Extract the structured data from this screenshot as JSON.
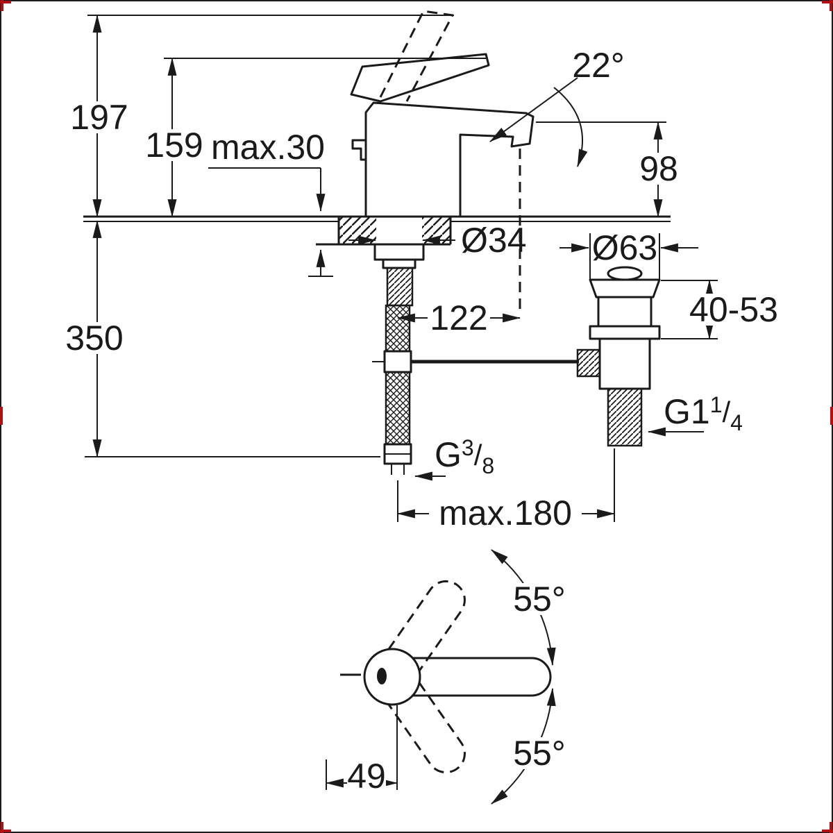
{
  "drawing": {
    "line_color": "#1a1a1a",
    "background_color": "#ffffff",
    "crop_mark_color": "#b01010",
    "views": {
      "side_view": {
        "total_height": "197",
        "height_to_spout_base": "159",
        "max_deck_thickness": "max.30",
        "spout_angle": "22°",
        "spout_height": "98",
        "mounting_hole_diameter": "Ø34",
        "spout_reach": "122",
        "hose_length": "350",
        "supply_thread": {
          "base": "G",
          "numerator": "3",
          "slash": "/",
          "denominator": "8"
        },
        "max_drain_distance": "max.180"
      },
      "drain_detail": {
        "flange_diameter": "Ø63",
        "adjustment_range": "40-53",
        "drain_thread": {
          "base": "G1",
          "numerator": "1",
          "slash": "/",
          "denominator": "4"
        }
      },
      "top_view": {
        "handle_swing_up": "55°",
        "handle_swing_down": "55°",
        "handle_offset": "49"
      }
    }
  }
}
